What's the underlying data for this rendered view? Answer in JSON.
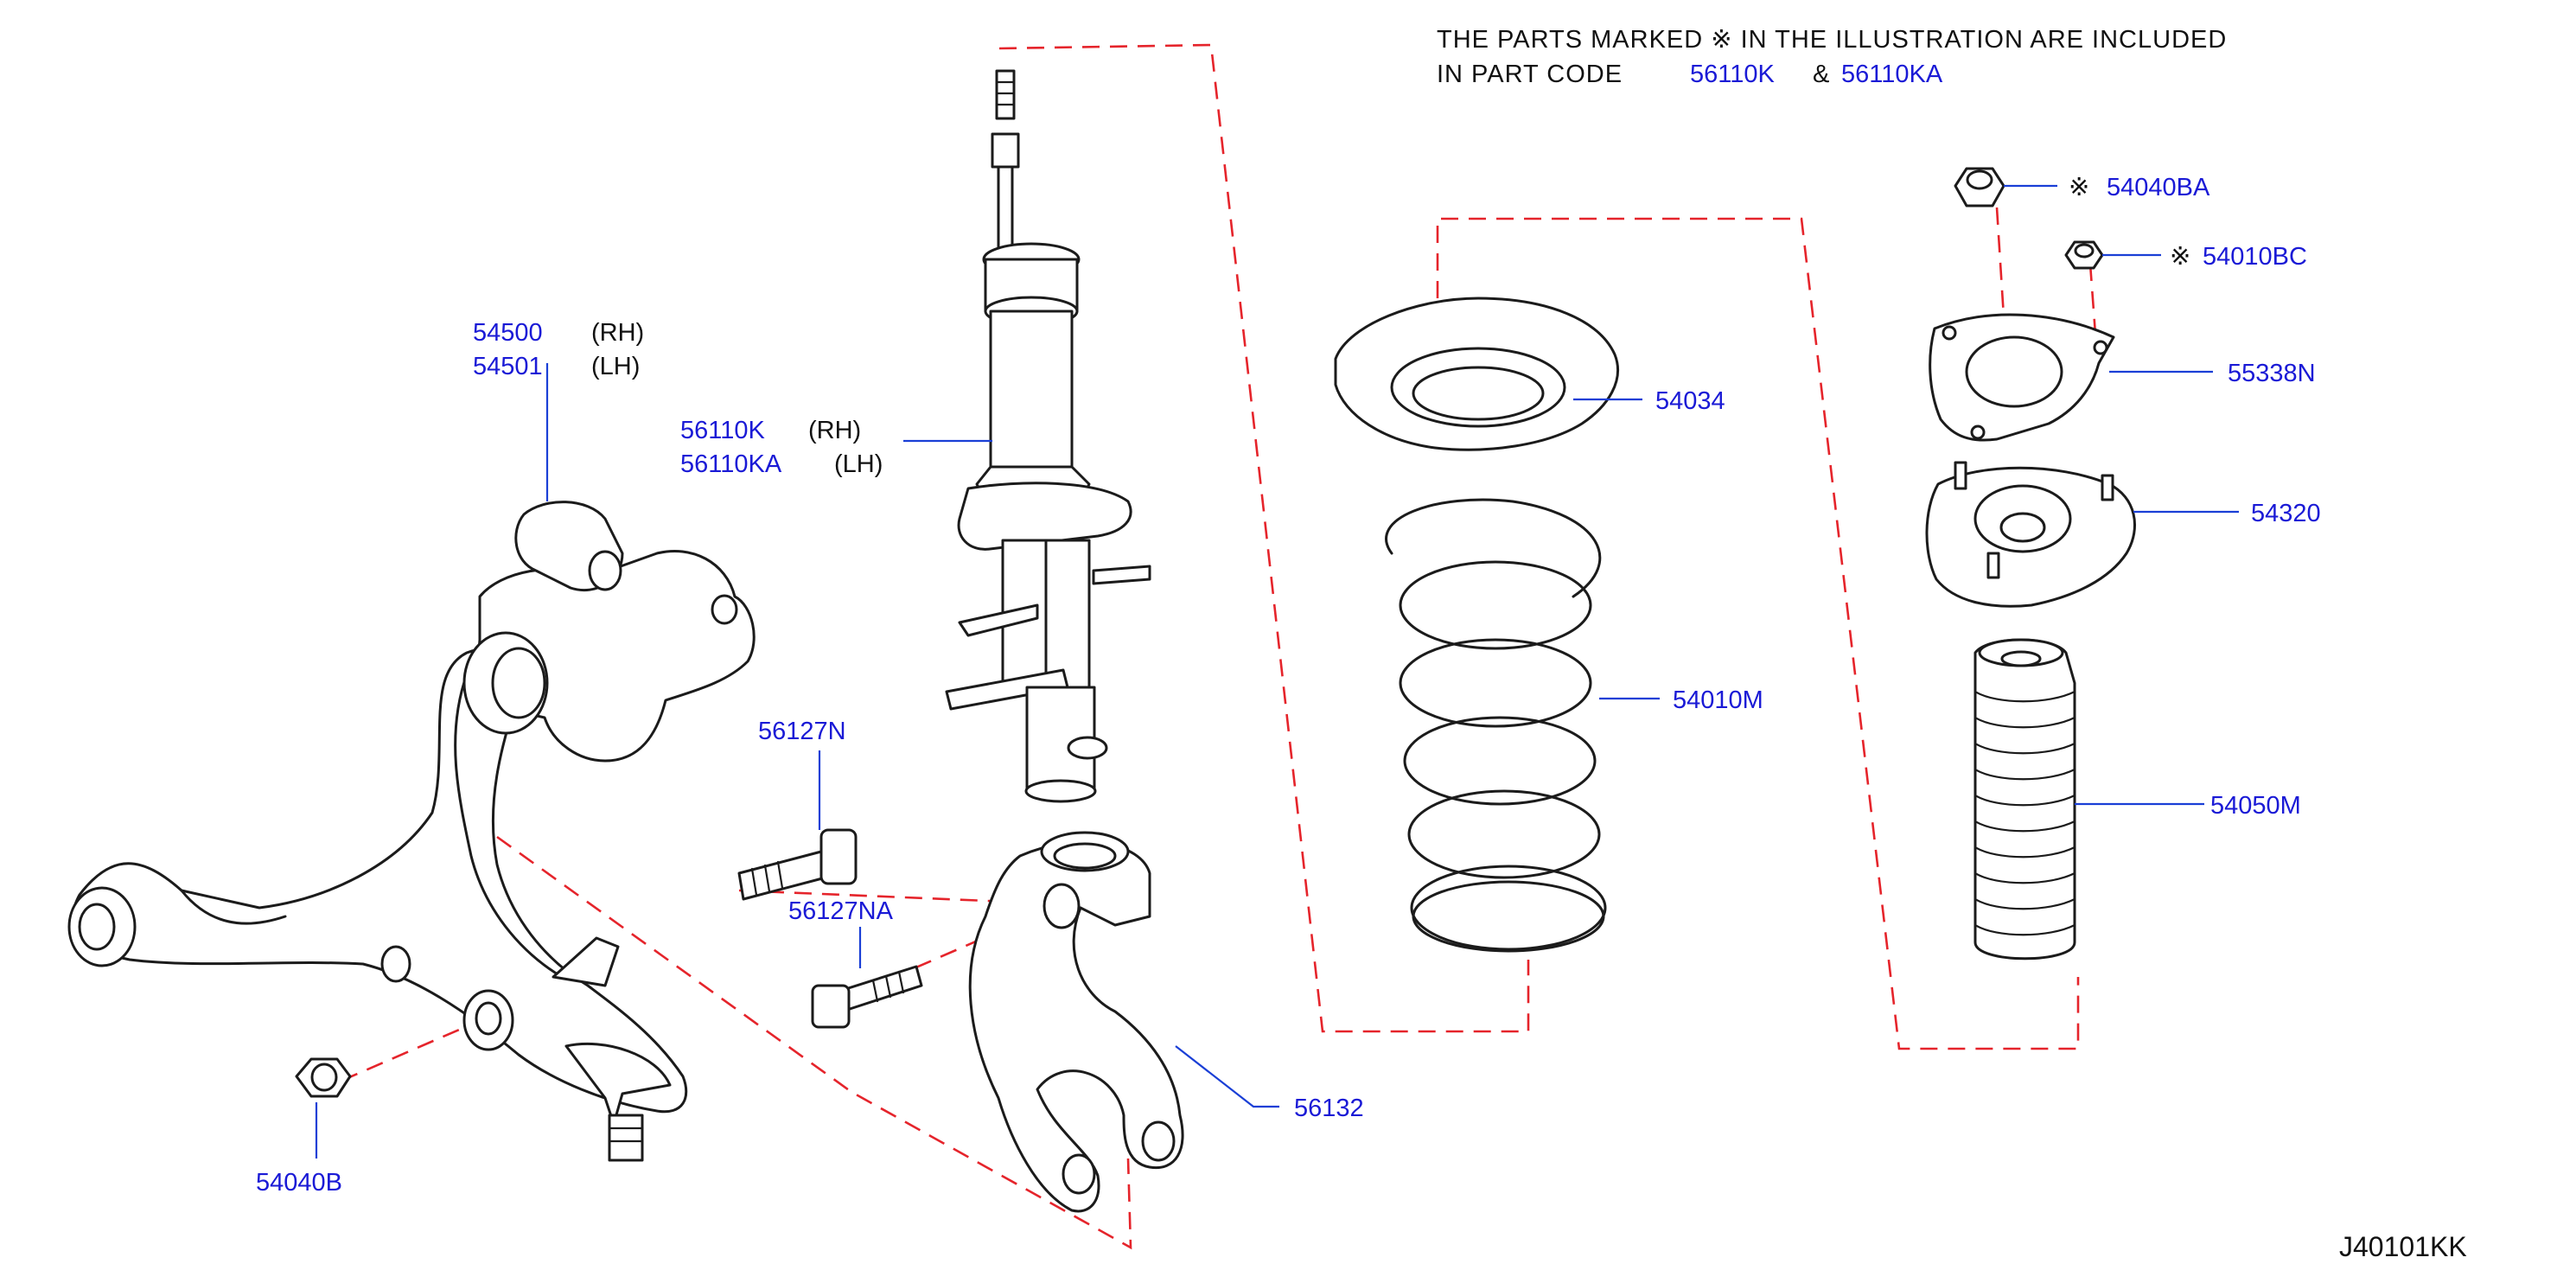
{
  "note": {
    "line1": "THE   PARTS   MARKED        ※   IN   THE   ILLUSTRATION   ARE   INCLUDED",
    "line2_prefix": "IN   PART   CODE",
    "line2_code1": "56110K",
    "line2_amp": "&",
    "line2_code2": "56110KA"
  },
  "parts": [
    {
      "code": "54500",
      "suffix": "(RH)"
    },
    {
      "code": "54501",
      "suffix": "(LH)"
    },
    {
      "code": "56110K",
      "suffix": "(RH)"
    },
    {
      "code": "56110KA",
      "suffix": "(LH)"
    },
    {
      "code": "54034"
    },
    {
      "code": "54040BA",
      "marker": "※"
    },
    {
      "code": "54010BC",
      "marker": "※"
    },
    {
      "code": "55338N"
    },
    {
      "code": "54320"
    },
    {
      "code": "54010M"
    },
    {
      "code": "54050M"
    },
    {
      "code": "56127N"
    },
    {
      "code": "56127NA"
    },
    {
      "code": "56132"
    },
    {
      "code": "54040B"
    }
  ],
  "drawing_id": "J40101KK",
  "colors": {
    "label": "#1a1ad6",
    "leader": "#1a3fd6",
    "phantom_line": "#e5242b",
    "outline": "#1b1b1b"
  }
}
